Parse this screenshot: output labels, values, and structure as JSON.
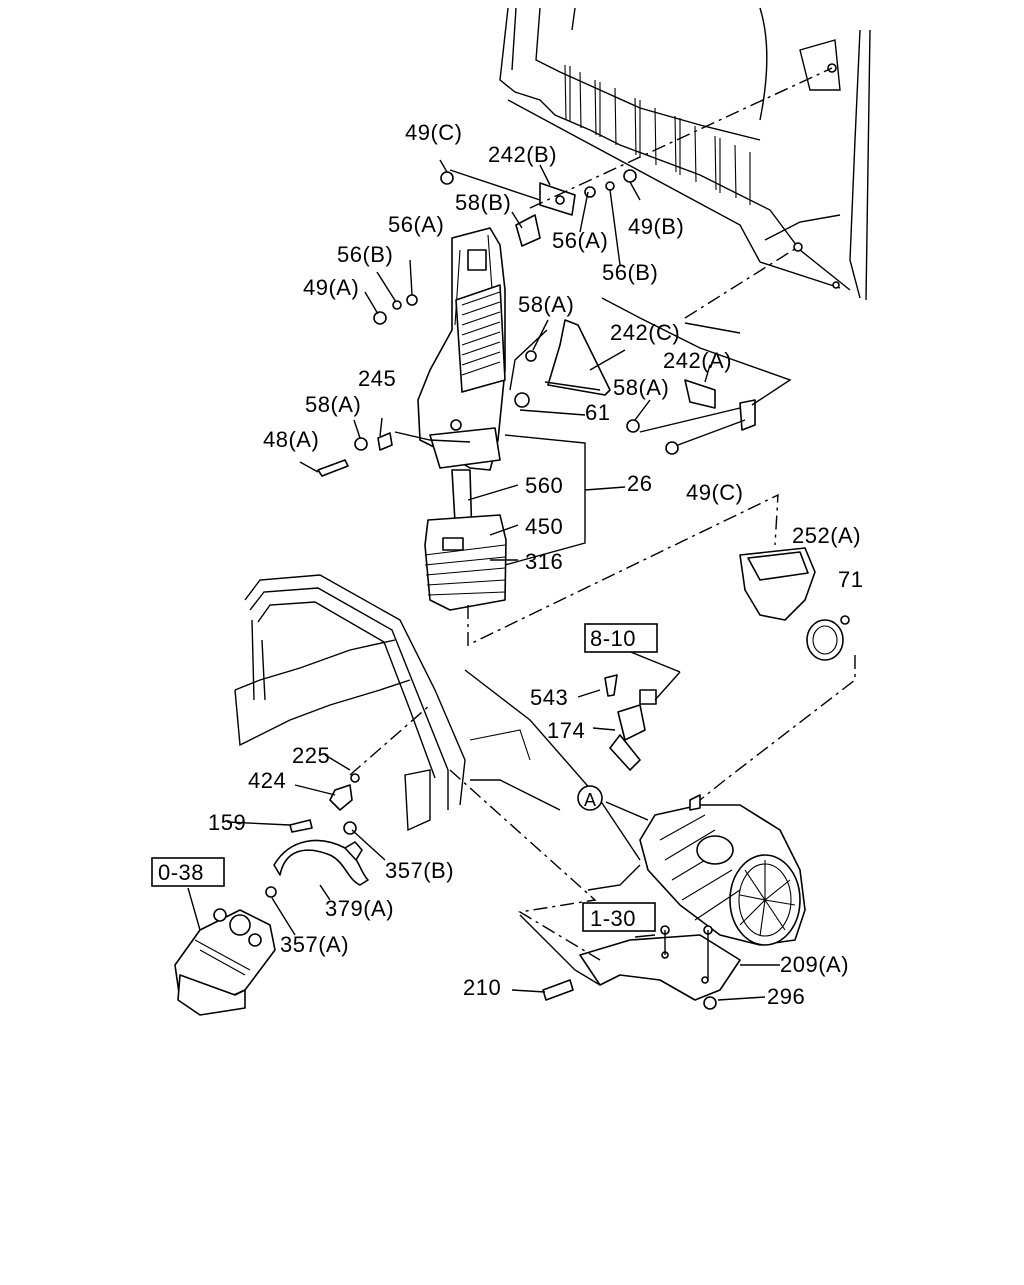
{
  "labels": {
    "l_49c_top": "49(C)",
    "l_242b": "242(B)",
    "l_58b": "58(B)",
    "l_56a_left": "56(A)",
    "l_56a_right": "56(A)",
    "l_49b": "49(B)",
    "l_56b_left": "56(B)",
    "l_56b_right": "56(B)",
    "l_49a": "49(A)",
    "l_58a_upper": "58(A)",
    "l_242c": "242(C)",
    "l_245": "245",
    "l_242a": "242(A)",
    "l_58a_right": "58(A)",
    "l_58a_left": "58(A)",
    "l_61": "61",
    "l_48a": "48(A)",
    "l_560": "560",
    "l_26": "26",
    "l_49c_mid": "49(C)",
    "l_450": "450",
    "l_316": "316",
    "l_252a": "252(A)",
    "l_71": "71",
    "l_8_10": "8-10",
    "l_543": "543",
    "l_174": "174",
    "l_225": "225",
    "l_424": "424",
    "l_a_circle": "A",
    "l_159": "159",
    "l_357b": "357(B)",
    "l_0_38": "0-38",
    "l_379a": "379(A)",
    "l_1_30": "1-30",
    "l_357a": "357(A)",
    "l_209a": "209(A)",
    "l_210": "210",
    "l_296": "296"
  }
}
